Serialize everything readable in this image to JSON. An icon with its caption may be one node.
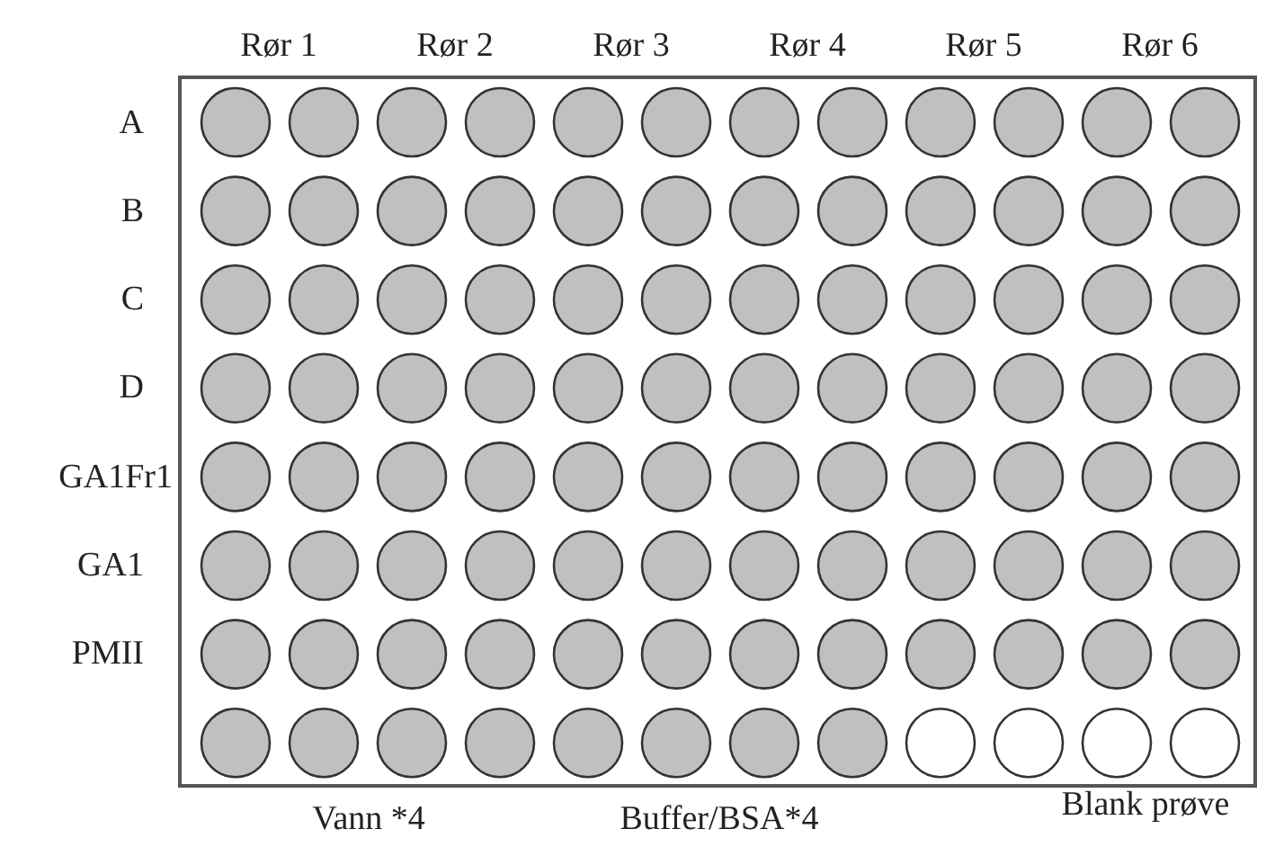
{
  "diagram": {
    "labels": [
      "Rør 1",
      "Rør 2",
      "Rør 3",
      "Rør 4",
      "Rør 5",
      "Rør 6",
      "A",
      "B",
      "C",
      "D",
      "GA1Fr1",
      "GA1",
      "PMII",
      "Vann *4",
      "Buffer/BSA*4",
      "Blank prøve"
    ]
  }
}
